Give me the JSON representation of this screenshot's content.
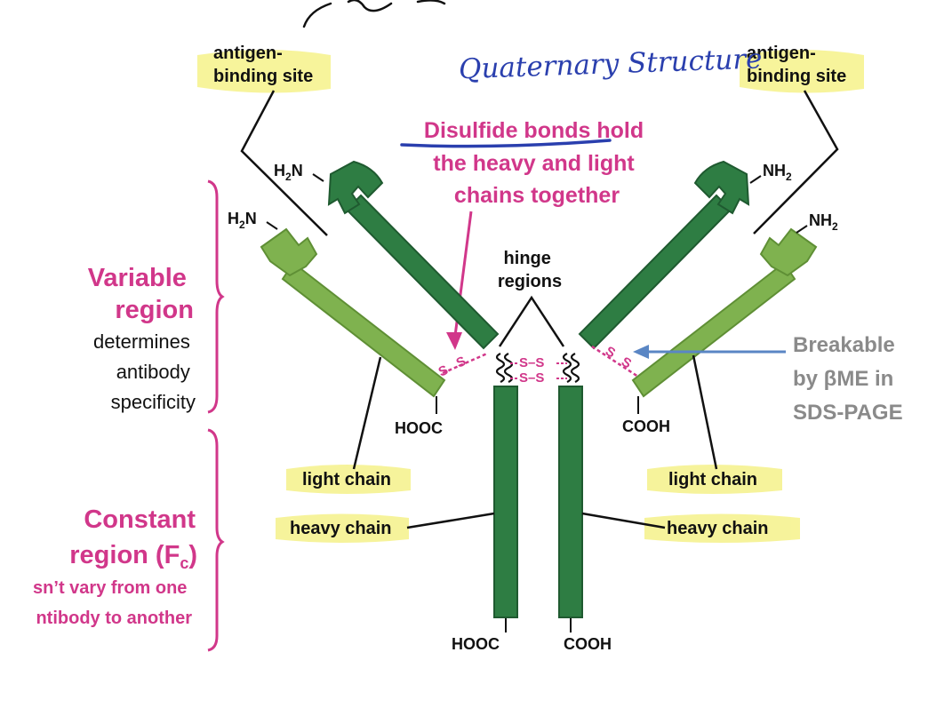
{
  "labels": {
    "antigen_site_left": [
      "antigen-",
      "binding site"
    ],
    "antigen_site_right": [
      "antigen-",
      "binding site"
    ],
    "annotation_title": "Quaternary Structure",
    "disulfide_underlined": "Disulfide bonds",
    "disulfide_rest": "hold",
    "disulfide_line2": "the heavy and light",
    "disulfide_line3": "chains together",
    "hinge": [
      "hinge",
      "regions"
    ],
    "h2n": "H",
    "h2n_sub": "2",
    "h2n_tail": "N",
    "nh2": "NH",
    "nh2_sub": "2",
    "hooc": "HOOC",
    "cooh": "COOH",
    "light_chain": "light chain",
    "heavy_chain": "heavy chain",
    "variable_title": [
      "Variable",
      "region"
    ],
    "variable_desc": [
      "determines",
      "antibody",
      "specificity"
    ],
    "constant_title": "Constant",
    "constant_title2": "region (F",
    "constant_sub": "c",
    "constant_close": ")",
    "constant_desc": [
      "sn’t vary from one",
      "ntibody to another"
    ],
    "breakable": [
      "Breakable",
      "by βME in",
      "SDS-PAGE"
    ],
    "ss": "S–S",
    "s": "S"
  },
  "colors": {
    "heavy_chain": "#2e7d43",
    "heavy_chain_dark": "#1f5a30",
    "light_chain": "#7fb24f",
    "light_chain_dark": "#5f8f35",
    "magenta": "#d1378a",
    "highlight": "#f4f07a",
    "annotation_blue": "#2a3fae",
    "arrow_blue": "#5a86c4",
    "gray_text": "#8a8a8a"
  }
}
